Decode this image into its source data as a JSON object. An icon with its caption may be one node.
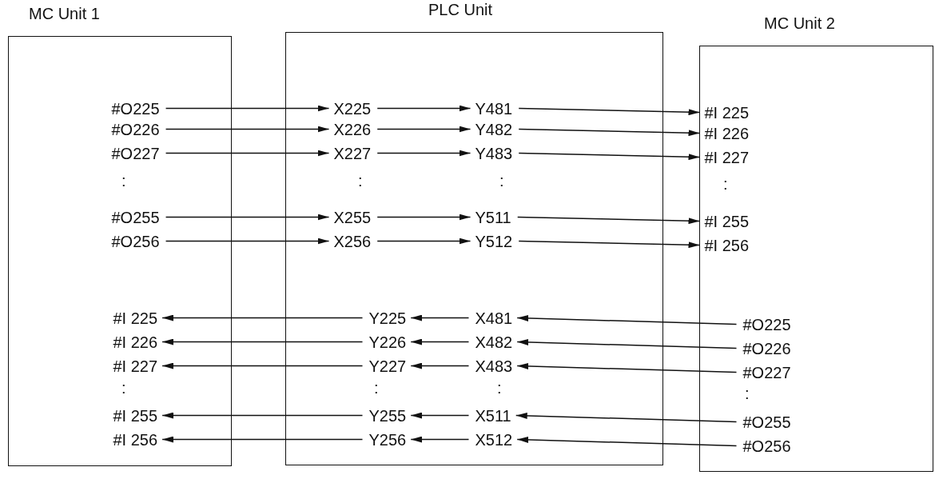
{
  "diagram": {
    "nodes": [
      {
        "text": [
          "MC Unit 1"
        ]
      },
      {
        "text": [
          "PLC Unit"
        ]
      },
      {
        "text": [
          "MC Unit 2"
        ]
      },
      {
        "text": [
          "#O225"
        ],
        "in": 0
      },
      {
        "text": [
          "X225"
        ],
        "in": 1
      },
      {
        "text": [
          "Y481"
        ],
        "in": 1
      },
      {
        "text": [
          "#I 225"
        ],
        "in": 2
      },
      {
        "text": [
          "#O226"
        ],
        "in": 0
      },
      {
        "text": [
          "X226"
        ],
        "in": 1
      },
      {
        "text": [
          "Y482"
        ],
        "in": 1
      },
      {
        "text": [
          "#I 226"
        ],
        "in": 2
      },
      {
        "text": [
          "#O227"
        ],
        "in": 0
      },
      {
        "text": [
          "X227"
        ],
        "in": 1
      },
      {
        "text": [
          "Y483"
        ],
        "in": 1
      },
      {
        "text": [
          "#I 227"
        ],
        "in": 2
      },
      {
        "text": [
          "#O255"
        ],
        "in": 0
      },
      {
        "text": [
          "X255"
        ],
        "in": 1
      },
      {
        "text": [
          "Y511"
        ],
        "in": 1
      },
      {
        "text": [
          "#I 255"
        ],
        "in": 2
      },
      {
        "text": [
          "#O256"
        ],
        "in": 0
      },
      {
        "text": [
          "X256"
        ],
        "in": 1
      },
      {
        "text": [
          "Y512"
        ],
        "in": 1
      },
      {
        "text": [
          "#I 256"
        ],
        "in": 2
      },
      {
        "text": [
          "#I 225"
        ],
        "in": 0
      },
      {
        "text": [
          "Y225"
        ],
        "in": 1
      },
      {
        "text": [
          "X481"
        ],
        "in": 1
      },
      {
        "text": [
          "#O225"
        ],
        "in": 2
      },
      {
        "text": [
          "#I 226"
        ],
        "in": 0
      },
      {
        "text": [
          "Y226"
        ],
        "in": 1
      },
      {
        "text": [
          "X482"
        ],
        "in": 1
      },
      {
        "text": [
          "#O226"
        ],
        "in": 2
      },
      {
        "text": [
          "#I 227"
        ],
        "in": 0
      },
      {
        "text": [
          "Y227"
        ],
        "in": 1
      },
      {
        "text": [
          "X483"
        ],
        "in": 1
      },
      {
        "text": [
          "#O227"
        ],
        "in": 2
      },
      {
        "text": [
          "#I 255"
        ],
        "in": 0
      },
      {
        "text": [
          "Y255"
        ],
        "in": 1
      },
      {
        "text": [
          "X511"
        ],
        "in": 1
      },
      {
        "text": [
          "#O255"
        ],
        "in": 2
      },
      {
        "text": [
          "#I 256"
        ],
        "in": 0
      },
      {
        "text": [
          "Y256"
        ],
        "in": 1
      },
      {
        "text": [
          "X512"
        ],
        "in": 1
      },
      {
        "text": [
          "#O256"
        ],
        "in": 2
      }
    ],
    "edges": [
      {
        "from": 3,
        "to": 4,
        "arrow": "to"
      },
      {
        "from": 4,
        "to": 5,
        "arrow": "to"
      },
      {
        "from": 5,
        "to": 6,
        "arrow": "to"
      },
      {
        "from": 7,
        "to": 8,
        "arrow": "to"
      },
      {
        "from": 8,
        "to": 9,
        "arrow": "to"
      },
      {
        "from": 9,
        "to": 10,
        "arrow": "to"
      },
      {
        "from": 11,
        "to": 12,
        "arrow": "to"
      },
      {
        "from": 12,
        "to": 13,
        "arrow": "to"
      },
      {
        "from": 13,
        "to": 14,
        "arrow": "to"
      },
      {
        "from": 15,
        "to": 16,
        "arrow": "to"
      },
      {
        "from": 16,
        "to": 17,
        "arrow": "to"
      },
      {
        "from": 17,
        "to": 18,
        "arrow": "to"
      },
      {
        "from": 19,
        "to": 20,
        "arrow": "to"
      },
      {
        "from": 20,
        "to": 21,
        "arrow": "to"
      },
      {
        "from": 21,
        "to": 22,
        "arrow": "to"
      },
      {
        "from": 26,
        "to": 25,
        "arrow": "to"
      },
      {
        "from": 25,
        "to": 24,
        "arrow": "to"
      },
      {
        "from": 24,
        "to": 23,
        "arrow": "to"
      },
      {
        "from": 30,
        "to": 29,
        "arrow": "to"
      },
      {
        "from": 29,
        "to": 28,
        "arrow": "to"
      },
      {
        "from": 28,
        "to": 27,
        "arrow": "to"
      },
      {
        "from": 34,
        "to": 33,
        "arrow": "to"
      },
      {
        "from": 33,
        "to": 32,
        "arrow": "to"
      },
      {
        "from": 32,
        "to": 31,
        "arrow": "to"
      },
      {
        "from": 38,
        "to": 37,
        "arrow": "to"
      },
      {
        "from": 37,
        "to": 36,
        "arrow": "to"
      },
      {
        "from": 36,
        "to": 35,
        "arrow": "to"
      },
      {
        "from": 42,
        "to": 41,
        "arrow": "to"
      },
      {
        "from": 41,
        "to": 40,
        "arrow": "to"
      },
      {
        "from": 40,
        "to": 39,
        "arrow": "to"
      }
    ],
    "labels": [
      ":",
      ":",
      ":",
      ":",
      ":",
      ":",
      ":",
      ":"
    ]
  }
}
